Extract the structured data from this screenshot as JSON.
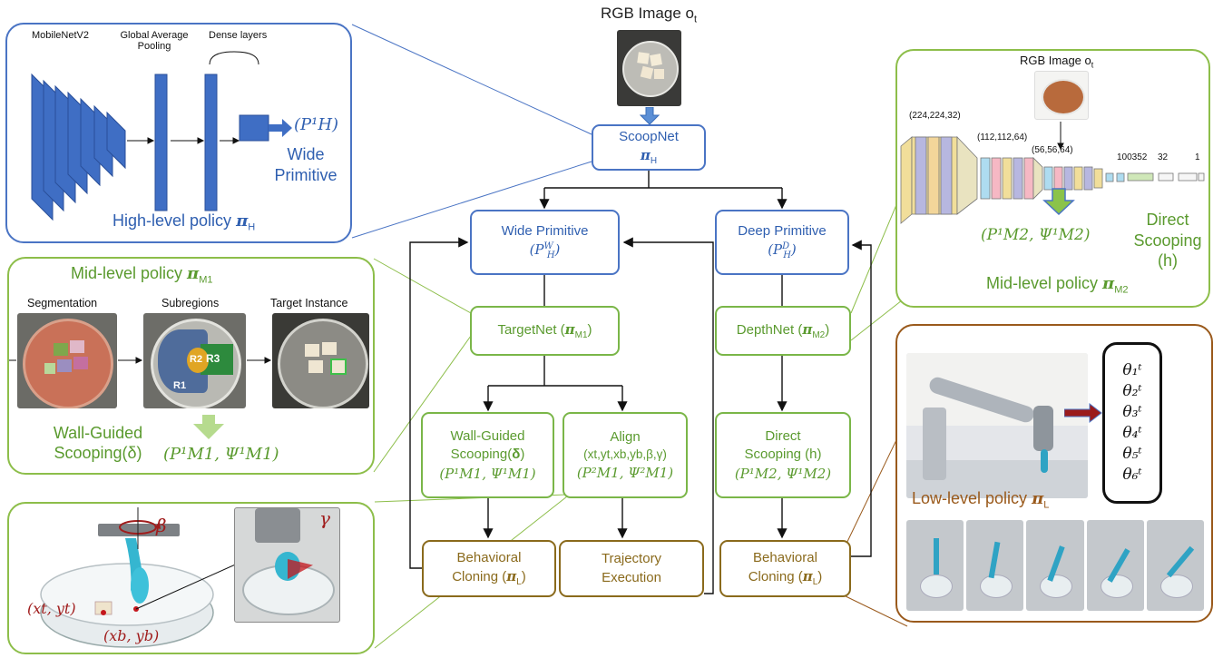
{
  "top": {
    "rgb_label": "RGB Image o",
    "rgb_sub": "t"
  },
  "scoopnet": {
    "name": "ScoopNet",
    "symbol": "π",
    "sub": "H"
  },
  "wide": {
    "title": "Wide Primitive",
    "formula": "(P",
    "sup": "W",
    "sub": "H",
    "close": ")"
  },
  "deep": {
    "title": "Deep Primitive",
    "formula": "(P",
    "sup": "D",
    "sub": "H",
    "close": ")"
  },
  "targetnet": {
    "name": "TargetNet (",
    "symbol": "π",
    "sub": "M1",
    "close": ")"
  },
  "depthnet": {
    "name": "DepthNet (",
    "symbol": "π",
    "sub": "M2",
    "close": ")"
  },
  "wall": {
    "line1": "Wall-Guided",
    "line2": "Scooping(",
    "delta": "δ",
    "line2b": ")",
    "formula": "(P¹M1, Ψ¹M1)"
  },
  "align": {
    "line1": "Align",
    "line2": "(xt,yt,xb,yb,β,γ)",
    "formula": "(P²M1, Ψ²M1)"
  },
  "direct": {
    "line1": "Direct",
    "line2": "Scooping (h)",
    "formula": "(P¹M2, Ψ¹M2)"
  },
  "bc1": {
    "line1": "Behavioral",
    "line2": "Cloning (",
    "symbol": "π",
    "sub": "L",
    "close": ")"
  },
  "traj": {
    "line1": "Trajectory",
    "line2": "Execution"
  },
  "bc2": {
    "line1": "Behavioral",
    "line2": "Cloning (",
    "symbol": "π",
    "sub": "L",
    "close": ")"
  },
  "high_panel": {
    "mobilenet": "MobileNetV2",
    "gap": "Global Average\nPooling",
    "dense": "Dense layers",
    "output": "(P¹H)",
    "prim1": "Wide",
    "prim2": "Primitive",
    "policy": "High-level policy ",
    "symbol": "π",
    "sub": "H"
  },
  "mid1_panel": {
    "title": "Mid-level policy ",
    "symbol": "π",
    "sub": "M1",
    "seg": "Segmentation",
    "subregions": "Subregions",
    "target": "Target Instance",
    "r1": "R1",
    "r2": "R2",
    "r3": "R3",
    "out1": "Wall-Guided",
    "out2": "Scooping(δ)",
    "formula": "(P¹M1, Ψ¹M1)"
  },
  "mid2_panel": {
    "rgb": "RGB Image o",
    "rgb_sub": "t",
    "d1": "(224,224,32)",
    "d2": "(112,112,64)",
    "d3": "(56,56,64)",
    "d4": "100352",
    "d5": "32",
    "d6": "1",
    "formula": "(P¹M2, Ψ¹M2)",
    "out1": "Direct",
    "out2": "Scooping (h)",
    "policy": "Mid-level policy ",
    "symbol": "π",
    "sub": "M2"
  },
  "low_panel": {
    "theta": [
      "θ₁ᵗ",
      "θ₂ᵗ",
      "θ₃ᵗ",
      "θ₄ᵗ",
      "θ₅ᵗ",
      "θ₆ᵗ"
    ],
    "policy": "Low-level policy ",
    "symbol": "π",
    "sub": "L"
  },
  "align_panel": {
    "beta": "β",
    "gamma": "γ",
    "xt": "(xt, yt)",
    "xb": "(xb, yb)"
  },
  "colors": {
    "blue": "#4a74c4",
    "green": "#8dbe4a",
    "brown": "#9a5a1c",
    "arrow_red": "#9b1b1b"
  }
}
